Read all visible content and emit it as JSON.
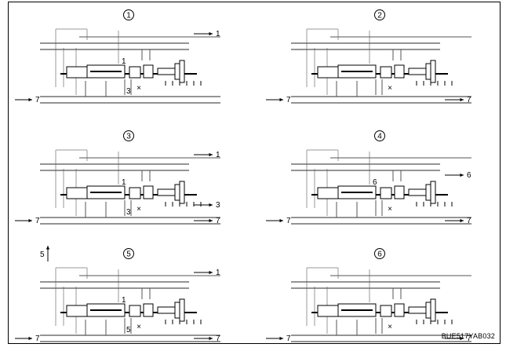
{
  "figure_code": "BUE517YAB032",
  "colors": {
    "ink": "#000000",
    "line": "#555555",
    "faint": "#9a9a9a"
  },
  "panels": [
    {
      "id": "1",
      "badge": "1",
      "spool_label": "1",
      "aux_label": "3",
      "x_mark": "×",
      "arrows": [
        {
          "dir": "right",
          "label": "1"
        },
        {
          "dir": "left-in",
          "label": "7"
        }
      ]
    },
    {
      "id": "2",
      "badge": "2",
      "spool_label": "",
      "aux_label": "",
      "x_mark": "×",
      "arrows": [
        {
          "dir": "left-in",
          "label": "7"
        },
        {
          "dir": "right-out",
          "label": "7"
        }
      ]
    },
    {
      "id": "3",
      "badge": "3",
      "spool_label": "1",
      "aux_label": "3",
      "x_mark": "×",
      "arrows": [
        {
          "dir": "right",
          "label": "1"
        },
        {
          "dir": "right-mid",
          "label": "3"
        },
        {
          "dir": "left-in",
          "label": "7"
        },
        {
          "dir": "right-out",
          "label": "7"
        }
      ]
    },
    {
      "id": "4",
      "badge": "4",
      "spool_label": "6",
      "aux_label": "",
      "x_mark": "×",
      "arrows": [
        {
          "dir": "right-top",
          "label": "6"
        },
        {
          "dir": "left-in",
          "label": "7"
        },
        {
          "dir": "right-out",
          "label": "7"
        }
      ]
    },
    {
      "id": "5",
      "badge": "5",
      "spool_label": "1",
      "aux_label": "5",
      "x_mark": "×",
      "arrows": [
        {
          "dir": "up",
          "label": "5"
        },
        {
          "dir": "right",
          "label": "1"
        },
        {
          "dir": "left-in",
          "label": "7"
        },
        {
          "dir": "right-out",
          "label": "7"
        }
      ]
    },
    {
      "id": "6",
      "badge": "6",
      "spool_label": "",
      "aux_label": "",
      "x_mark": "×",
      "arrows": [
        {
          "dir": "left-in",
          "label": "7"
        },
        {
          "dir": "right-out",
          "label": "7"
        }
      ]
    }
  ]
}
